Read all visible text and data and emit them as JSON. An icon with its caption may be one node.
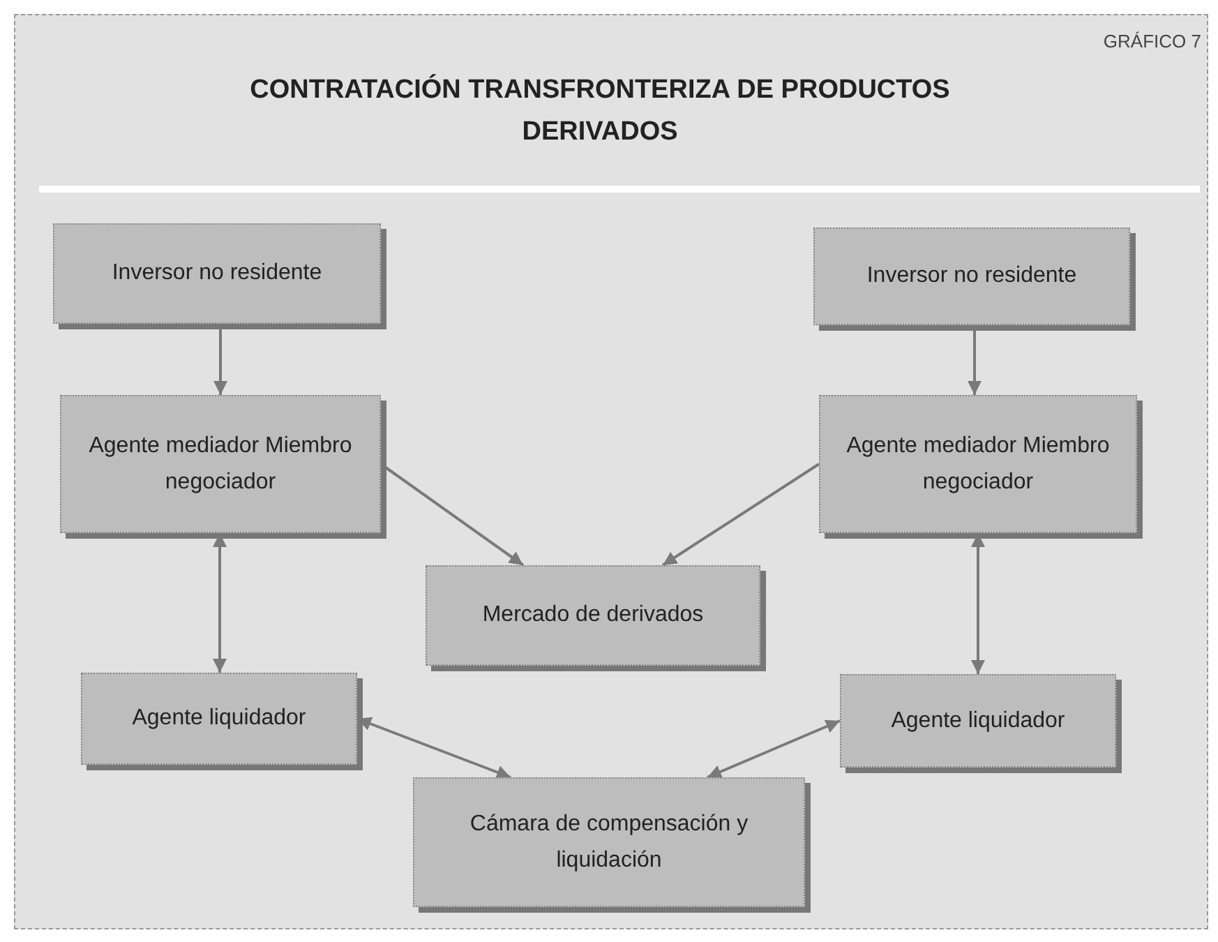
{
  "diagram": {
    "title": "CONTRATACIÓN TRANSFRONTERIZA DE PRODUCTOS DERIVADOS",
    "nodes": [
      {
        "text": [
          "Inversor no residente"
        ]
      },
      {
        "text": [
          "Inversor no residente"
        ]
      },
      {
        "text": [
          "Agente mediador Miembro negociador"
        ]
      },
      {
        "text": [
          "Agente mediador Miembro negociador"
        ]
      },
      {
        "text": [
          "Mercado de derivados"
        ]
      },
      {
        "text": [
          "Agente liquidador"
        ]
      },
      {
        "text": [
          "Agente liquidador"
        ]
      },
      {
        "text": [
          "Cámara de compensación y liquidación"
        ]
      }
    ],
    "edges": [
      {
        "from": 0,
        "to": 2,
        "arrow": "to"
      },
      {
        "from": 1,
        "to": 3,
        "arrow": "to"
      },
      {
        "from": 2,
        "to": 4,
        "arrow": "to"
      },
      {
        "from": 3,
        "to": 4,
        "arrow": "to"
      },
      {
        "from": 2,
        "to": 5,
        "arrow": "both"
      },
      {
        "from": 3,
        "to": 6,
        "arrow": "both"
      },
      {
        "from": 5,
        "to": 7,
        "arrow": "both"
      },
      {
        "from": 6,
        "to": 7,
        "arrow": "both"
      }
    ],
    "labels": [
      "GRÁFICO 7"
    ]
  }
}
